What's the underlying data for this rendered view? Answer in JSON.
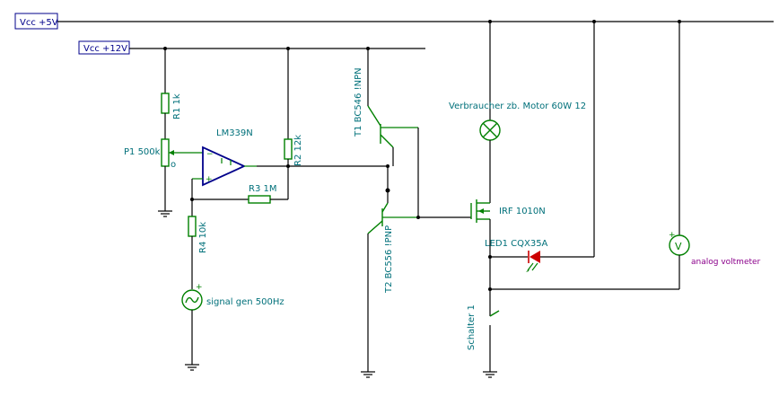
{
  "schematic": {
    "supplies": {
      "vcc5": "Vcc +5V",
      "vcc12": "Vcc +12V"
    },
    "labels": {
      "r1": "R1 1k",
      "p1": "P1 500k",
      "op_amp": "LM339N",
      "r2": "R2 12k",
      "r3": "R3 1M",
      "r4": "R4 10k",
      "signal_gen": "signal gen 500Hz",
      "t1": "T1 BC546 !NPN",
      "t2": "T2 BC556 !PNP",
      "load": "Verbraucher zb. Motor 60W 12",
      "mosfet": "IRF 1010N",
      "led": "LED1 CQX35A",
      "voltmeter": "analog voltmeter",
      "switch": "Schalter 1",
      "opamp_plus": "+",
      "opamp_minus": "−",
      "gen_plus": "+",
      "vm_plus": "+",
      "vm_symbol": "V"
    },
    "colors": {
      "wire": "#000000",
      "component": "#008000",
      "label": "#00707a",
      "supply_label": "#00008b",
      "op_amp": "#00008b",
      "led": "#cc0000",
      "voltmeter_label": "#8b008b"
    }
  }
}
